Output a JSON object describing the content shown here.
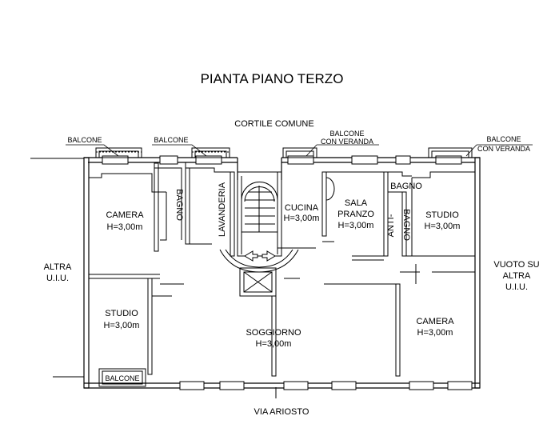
{
  "title": "PIANTA PIANO TERZO",
  "surroundings": {
    "north": "CORTILE COMUNE",
    "south": "VIA ARIOSTO",
    "west": [
      "ALTRA",
      "U.I.U."
    ],
    "east": [
      "VUOTO SU",
      "ALTRA",
      "U.I.U."
    ]
  },
  "balconies": {
    "b1": [
      "BALCONE"
    ],
    "b2": [
      "BALCONE"
    ],
    "b3": [
      "BALCONE",
      "CON VERANDA"
    ],
    "b4": [
      "BALCONE",
      "CON VERANDA"
    ],
    "b5": [
      "BALCONE"
    ]
  },
  "rooms": {
    "camera_nw": [
      "CAMERA",
      "H=3,00m"
    ],
    "bagno_left": [
      "BAGNO"
    ],
    "lavanderia": [
      "LAVANDERIA"
    ],
    "cucina": [
      "CUCINA",
      "H=3,00m"
    ],
    "sala_pranzo": [
      "SALA",
      "PRANZO",
      "H=3,00m"
    ],
    "bagno_right": [
      "BAGNO"
    ],
    "anti_bagno": [
      "ANTI-",
      "BAGNO"
    ],
    "studio_ne": [
      "STUDIO",
      "H=3,00m"
    ],
    "studio_sw": [
      "STUDIO",
      "H=3,00m"
    ],
    "soggiorno": [
      "SOGGIORNO",
      "H=3,00m"
    ],
    "camera_se": [
      "CAMERA",
      "H=3,00m"
    ]
  }
}
